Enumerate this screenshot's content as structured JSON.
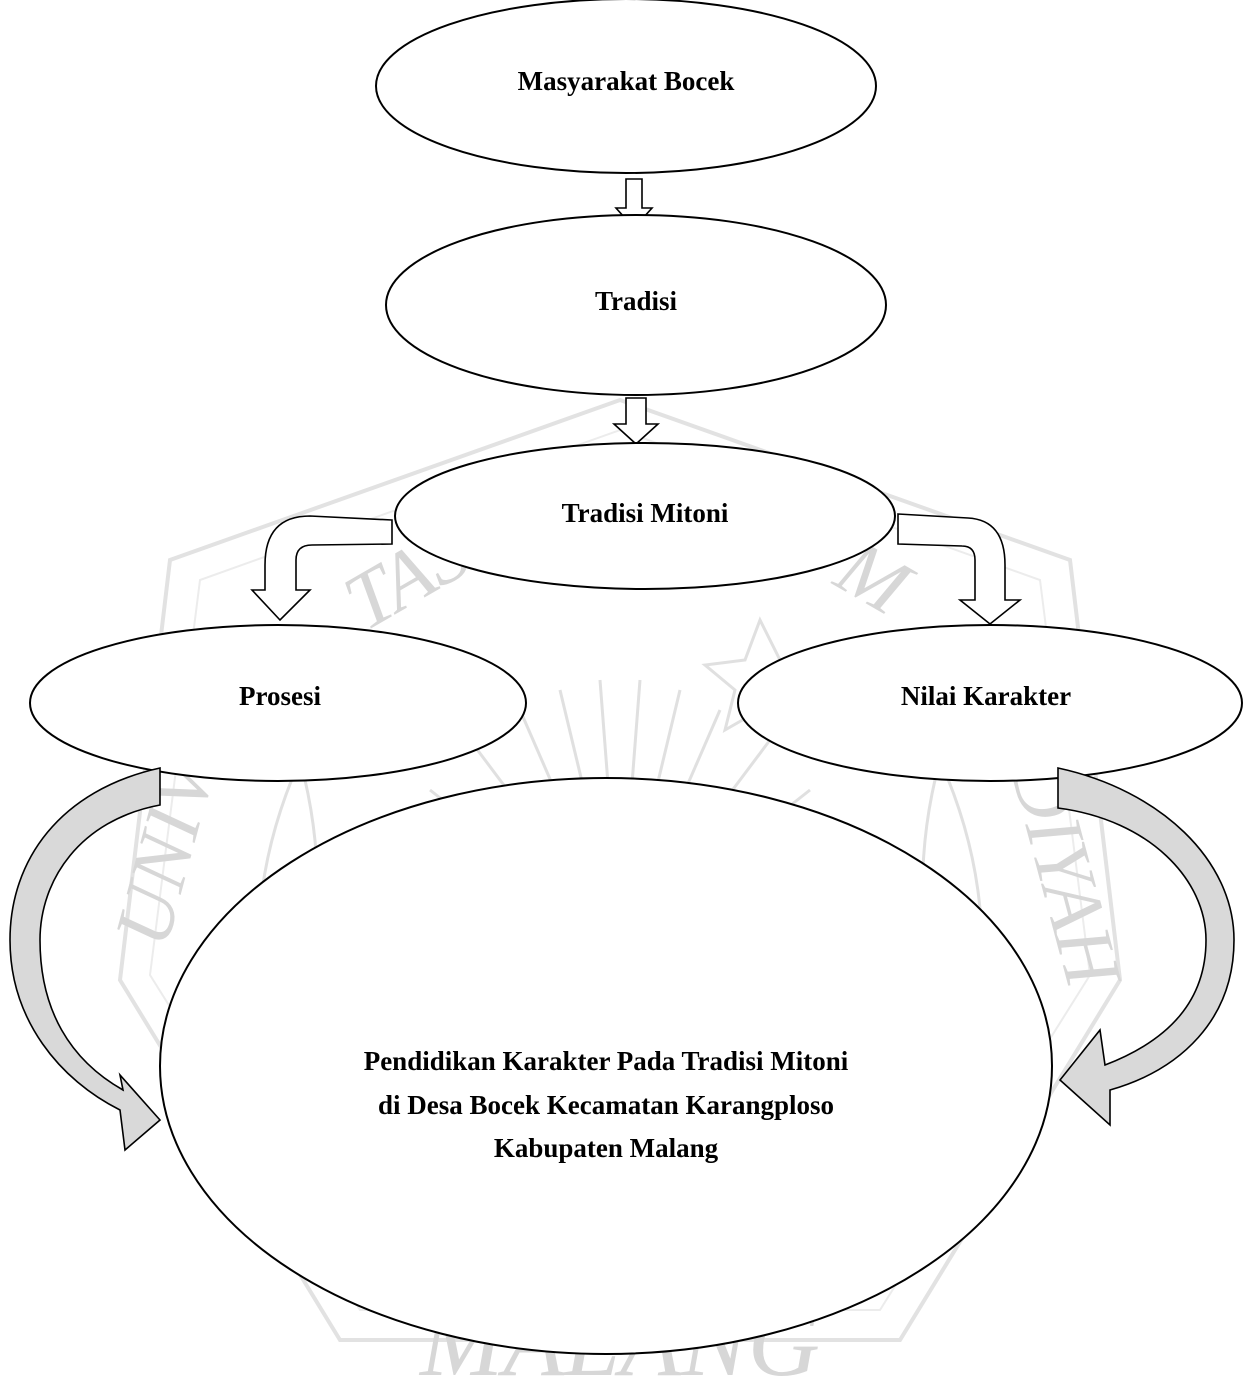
{
  "nodes": {
    "masyarakat": "Masyarakat Bocek",
    "tradisi": "Tradisi",
    "tradisi_mitoni": "Tradisi Mitoni",
    "prosesi": "Prosesi",
    "nilai_karakter": "Nilai Karakter",
    "result_lines": [
      "Pendidikan Karakter Pada Tradisi Mitoni",
      "di Desa Bocek Kecamatan Karangploso",
      "Kabupaten Malang"
    ]
  },
  "watermark": {
    "bottom": "MALANG",
    "left": "UNIV",
    "right": "DIYAH",
    "top_left": "TAS",
    "top_right": "M"
  }
}
